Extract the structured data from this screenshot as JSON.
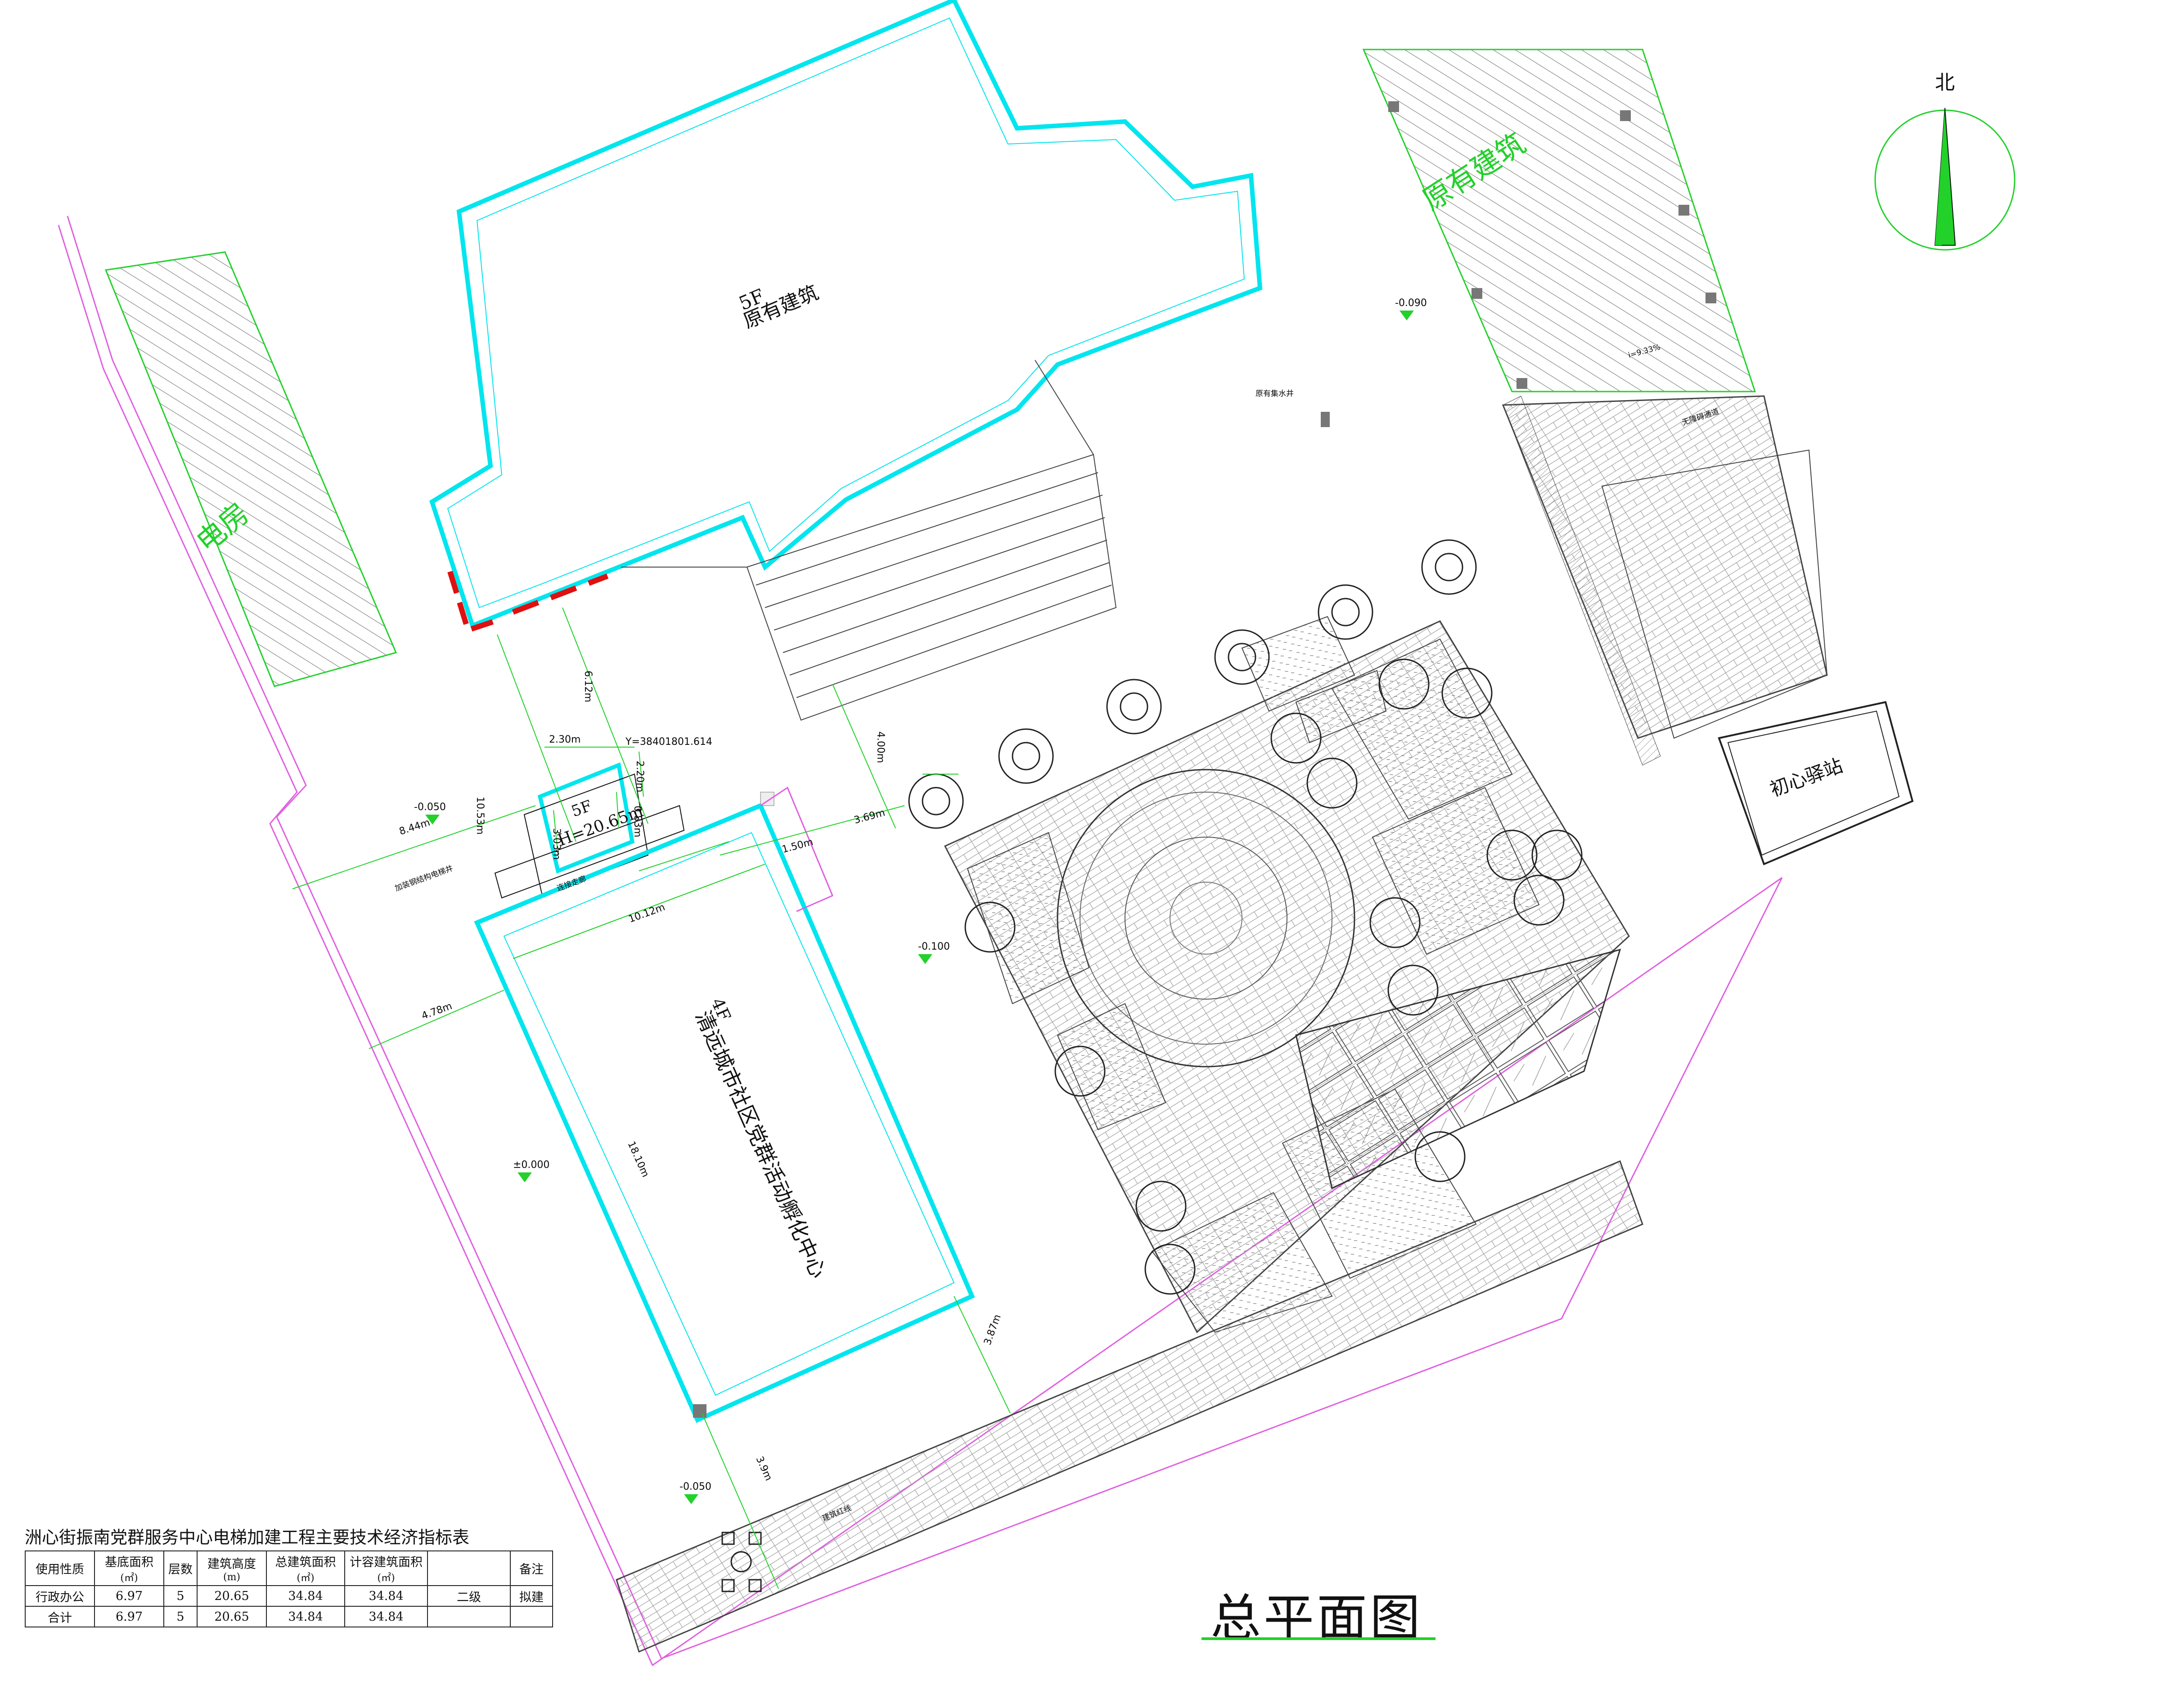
{
  "colors": {
    "building_outline": "#00e5ee",
    "annotation_green": "#22d12a",
    "boundary_magenta": "#e060e0",
    "demolition_red": "#e01010",
    "lines_black": "#111111"
  },
  "north": {
    "label": "北"
  },
  "buildings": {
    "existing_main": {
      "floors": "5F",
      "name": "原有建筑"
    },
    "existing_ne": {
      "name": "原有建筑"
    },
    "power_room": {
      "name": "电房"
    },
    "elevator": {
      "floors": "5F",
      "height": "H=20.65m"
    },
    "activity_center": {
      "floors": "4F",
      "name": "清远城市社区党群活动孵化中心"
    },
    "station": {
      "name": "初心驿站"
    }
  },
  "elevations": {
    "e1": "-0.090",
    "e2": "-0.050",
    "e3": "-0.100",
    "e4": "±0.000",
    "e5": "-0.050"
  },
  "dimensions": {
    "d_612": "6.12m",
    "d_400": "4.00m",
    "d_369": "3.69m",
    "d_150": "1.50m",
    "d_230": "2.30m",
    "d_220": "2.20m",
    "d_083": "0.83m",
    "d_303": "3.03m",
    "d_844": "8.44m",
    "d_1053": "10.53m",
    "d_1012": "10.12m",
    "d_478": "4.78m",
    "d_1810": "18.10m",
    "d_387": "3.87m",
    "d_39": "3.9m"
  },
  "coordinate_label": "Y=38401801.614",
  "annotations": {
    "elevator_note": "加装钢结构电梯井",
    "entrance_note": "连接走廊",
    "accessible_path": "无障碍通道",
    "well": "原有集水井",
    "slope": "i=9.33%",
    "red_line": "建筑红线"
  },
  "tech_table": {
    "title": "洲心街振南党群服务中心电梯加建工程主要技术经济指标表",
    "headers": [
      {
        "name": "使用性质",
        "unit": ""
      },
      {
        "name": "基底面积",
        "unit": "(㎡)"
      },
      {
        "name": "层数",
        "unit": ""
      },
      {
        "name": "建筑高度",
        "unit": "(m)"
      },
      {
        "name": "总建筑面积",
        "unit": "(㎡)"
      },
      {
        "name": "计容建筑面积",
        "unit": "(㎡)"
      },
      {
        "name": "",
        "unit": ""
      },
      {
        "name": "备注",
        "unit": ""
      }
    ],
    "rows": [
      [
        "行政办公",
        "6.97",
        "5",
        "20.65",
        "34.84",
        "34.84",
        "二级",
        "拟建"
      ],
      [
        "合计",
        "6.97",
        "5",
        "20.65",
        "34.84",
        "34.84",
        "",
        ""
      ]
    ]
  },
  "page_title": "总平面图"
}
